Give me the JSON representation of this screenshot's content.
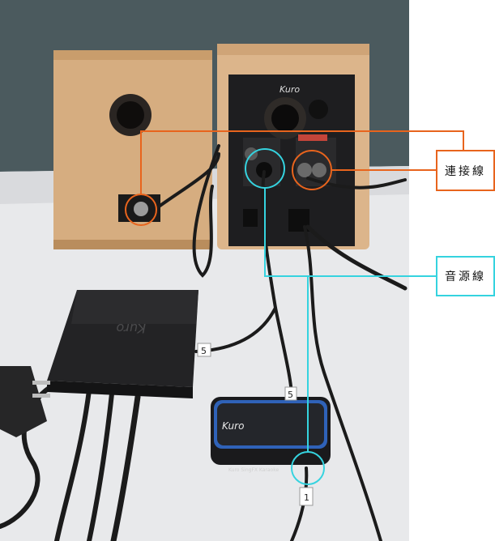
{
  "photo": {
    "description_colors": {
      "wall": "#4b5a5e",
      "desk": "#e9eaec",
      "wood": "#d9b286",
      "panel": "#1d1d1f",
      "orange": "#e8641d",
      "cyan": "#35d3df"
    },
    "speaker_brand": "Kuro",
    "box_brand": "Kuro",
    "remote_brand": "Kuro",
    "remote_label": "Kuro SingFX Karaoke",
    "tag_labels": [
      "5",
      "5",
      "1"
    ]
  },
  "callouts": {
    "connect_label": "連接線",
    "power_label": "音源線"
  }
}
